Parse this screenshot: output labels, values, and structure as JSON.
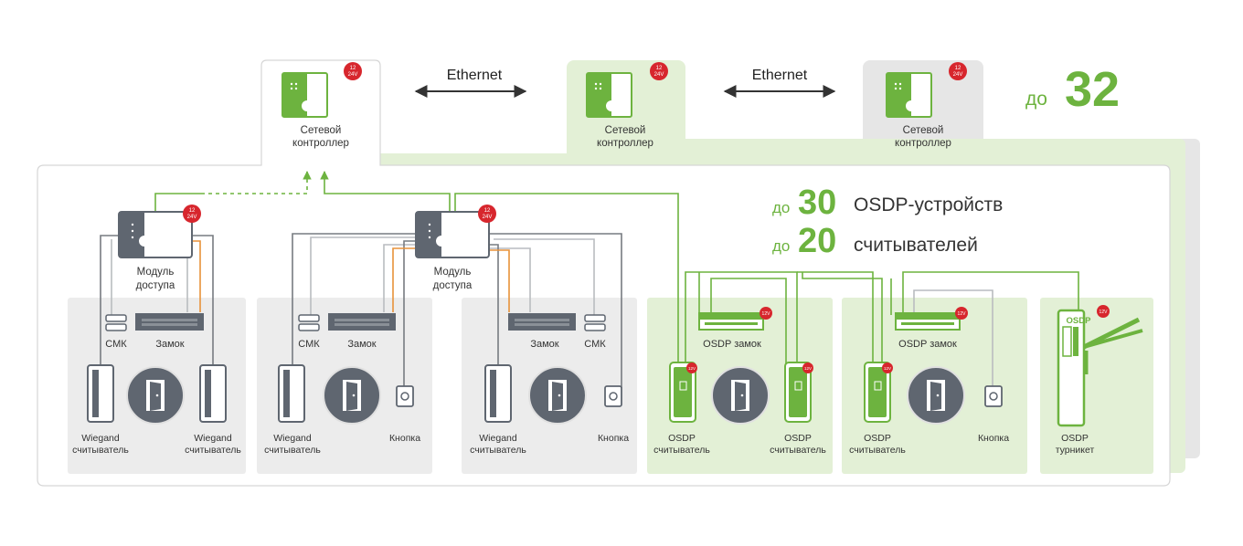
{
  "controllers": [
    {
      "label1": "Сетевой",
      "label2": "контроллер",
      "power": [
        "12",
        "24V"
      ]
    },
    {
      "label1": "Сетевой",
      "label2": "контроллер",
      "power": [
        "12",
        "24V"
      ]
    },
    {
      "label1": "Сетевой",
      "label2": "контроллер",
      "power": [
        "12",
        "24V"
      ]
    }
  ],
  "links": [
    "Ethernet",
    "Ethernet"
  ],
  "max_controllers": {
    "prefix": "до",
    "number": "32"
  },
  "osdp_limits": [
    {
      "prefix": "до",
      "number": "30",
      "text": "OSDP-устройств"
    },
    {
      "prefix": "до",
      "number": "20",
      "text": "считывателей"
    }
  ],
  "access_modules": [
    {
      "label1": "Модуль",
      "label2": "доступа",
      "power": [
        "12",
        "24V"
      ]
    },
    {
      "label1": "Модуль",
      "label2": "доступа",
      "power": [
        "12",
        "24V"
      ]
    }
  ],
  "groups": {
    "g1": {
      "cmk": "СМК",
      "lock": "Замок",
      "reader_left": [
        "Wiegand",
        "считыватель"
      ],
      "reader_right": [
        "Wiegand",
        "считыватель"
      ]
    },
    "g2": {
      "cmk": "СМК",
      "lock": "Замок",
      "reader": [
        "Wiegand",
        "считыватель"
      ],
      "button": "Кнопка"
    },
    "g3": {
      "cmk": "СМК",
      "lock": "Замок",
      "reader": [
        "Wiegand",
        "считыватель"
      ],
      "button": "Кнопка"
    },
    "g4": {
      "lock": "OSDP замок",
      "reader_left": [
        "OSDP",
        "считыватель"
      ],
      "reader_right": [
        "OSDP",
        "считыватель"
      ],
      "power": "12V"
    },
    "g5": {
      "lock": "OSDP замок",
      "reader": [
        "OSDP",
        "считыватель"
      ],
      "button": "Кнопка",
      "power": "12V"
    },
    "g6": {
      "badge": "OSDP",
      "label": [
        "OSDP",
        "турникет"
      ],
      "power": "12V"
    }
  },
  "colors": {
    "green": "#6db33f",
    "light_green": "#e7f2dc",
    "gray_panel": "#ececec",
    "red": "#d7262d",
    "icon_dark": "#5f6670",
    "wire_gray": "#b9bcc0",
    "wire_orange": "#e8923a"
  }
}
